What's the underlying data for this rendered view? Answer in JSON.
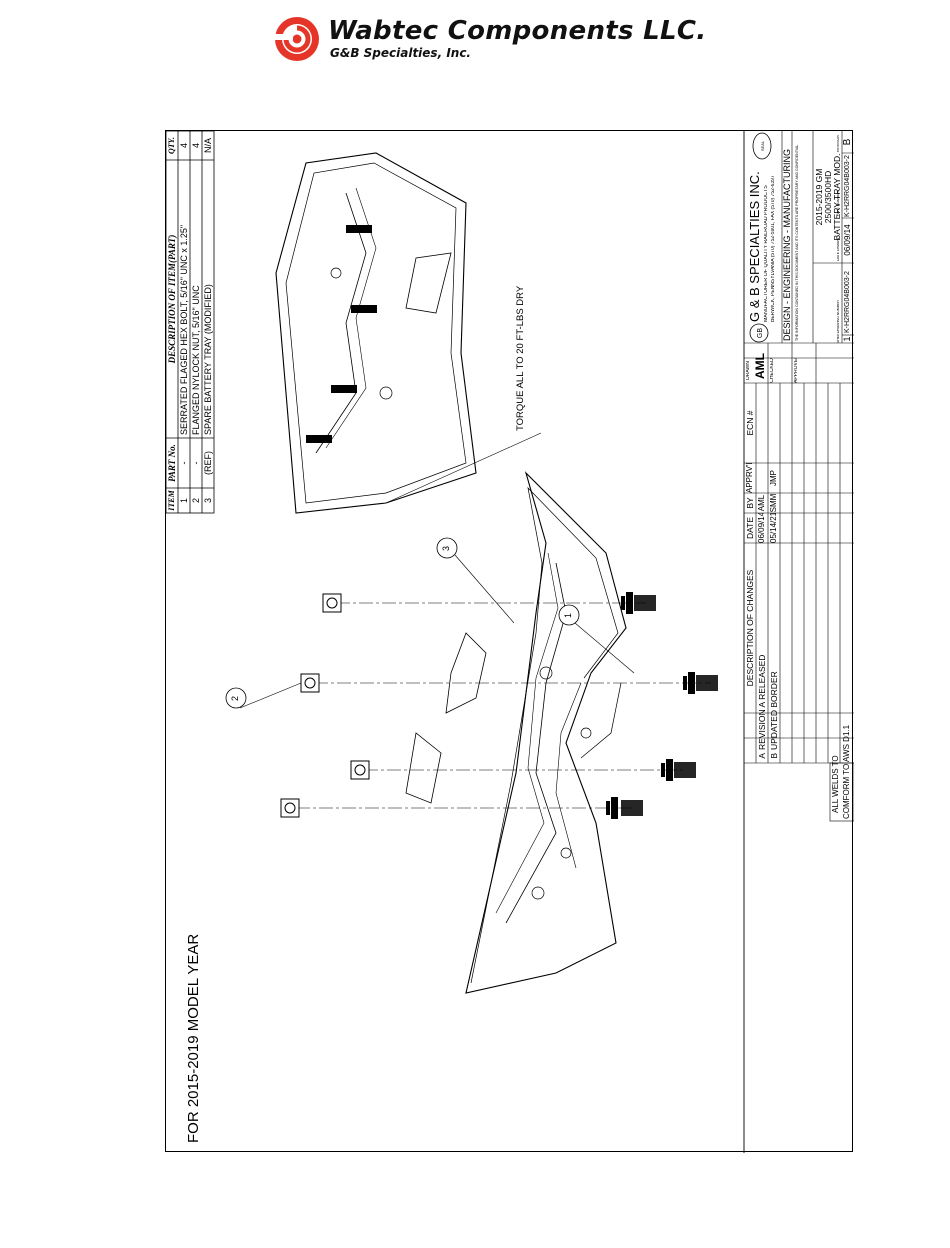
{
  "header": {
    "company": "Wabtec Components LLC.",
    "subsidiary": "G&B Specialties, Inc."
  },
  "drawing": {
    "model_year_note": "FOR 2015-2019 MODEL YEAR",
    "torque_note": "TORQUE ALL TO 20 FT-LBS DRY",
    "welds_note_line1": "ALL WELDS TO",
    "welds_note_line2": "COMFORM TO AWS D1.1",
    "balloons": [
      "1",
      "2",
      "3"
    ]
  },
  "bom": {
    "headers": [
      "ITEM",
      "PART No.",
      "DESCRIPTION OF ITEM(PART)",
      "QTY."
    ],
    "rows": [
      {
        "item": "1",
        "part": "-",
        "desc": "SERRATED FLAGED HEX BOLT, 5/16\" UNC x 1.25\"",
        "qty": "4"
      },
      {
        "item": "2",
        "part": "-",
        "desc": "FLANGED NYLOCK NUT, 5/16\" UNC",
        "qty": "4"
      },
      {
        "item": "3",
        "part": "(REF)",
        "desc": "SPARE BATTERY TRAY (MODIFIED)",
        "qty": "N/A"
      }
    ]
  },
  "revisions": {
    "headers": [
      "",
      "DESCRIPTION OF CHANGES",
      "DATE",
      "BY",
      "APPRV'D",
      "ECN #"
    ],
    "rows": [
      {
        "rev": "A",
        "desc": "REVISION A RELEASED",
        "date": "06/09/14",
        "by": "AML",
        "appr": "",
        "ecn": ""
      },
      {
        "rev": "B",
        "desc": "UPDATED BORDER",
        "date": "05/14/21",
        "by": "SMM",
        "appr": "JMP",
        "ecn": ""
      }
    ]
  },
  "title_block": {
    "signoff_labels": [
      "DRAWN",
      "CHECKED",
      "APPROVED"
    ],
    "drawn_by": "AML",
    "company": "G & B SPECIALTIES INC.",
    "tagline": "MANUFACTURER OF QUALITY RAILROAD PRODUCTS",
    "address": "BERWICK, PENNSYLVANIA (570) 752-5901, FAX (570) 752-6397",
    "discipline": "DESIGN - ENGINEERING - MANUFACTURING",
    "confidential": "THE INFORMATION CONTAINED IN THIS DOCUMENT AND ITS CONTENTS ARE PROPRIETARY AND CONFIDENTIAL",
    "title_line1": "2015-2019 GM",
    "title_line2": "2500/3500HD",
    "title_line3": "BATTERY TRAY MOD.",
    "labels": {
      "sheet": "SHEET",
      "drawing_number": "DRAWING NUMBER",
      "date_drawn": "DATE DRAWN",
      "part_number": "PART NUMBER",
      "revision": "REVISION"
    },
    "sheet": "1",
    "drawing_number": "K-H2RRG04B003-2",
    "date_drawn": "06/09/14",
    "part_number": "K-H2RRG04B003-2",
    "revision": "B"
  }
}
